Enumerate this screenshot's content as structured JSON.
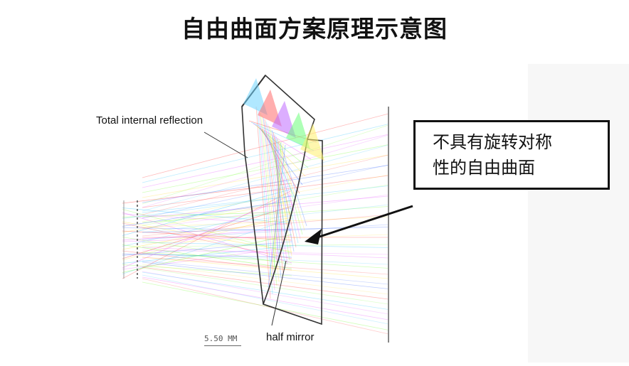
{
  "title": "自由曲面方案原理示意图",
  "labels": {
    "tir": "Total internal reflection",
    "half_mirror": "half mirror",
    "scale": "5.50  MM"
  },
  "callout": {
    "line1": "不具有旋转对称",
    "line2": "性的自由曲面"
  },
  "ray_colors": [
    "#ff3b3b",
    "#3bc8ff",
    "#e85cff",
    "#7aff3b",
    "#ffe03b",
    "#3b6bff"
  ]
}
